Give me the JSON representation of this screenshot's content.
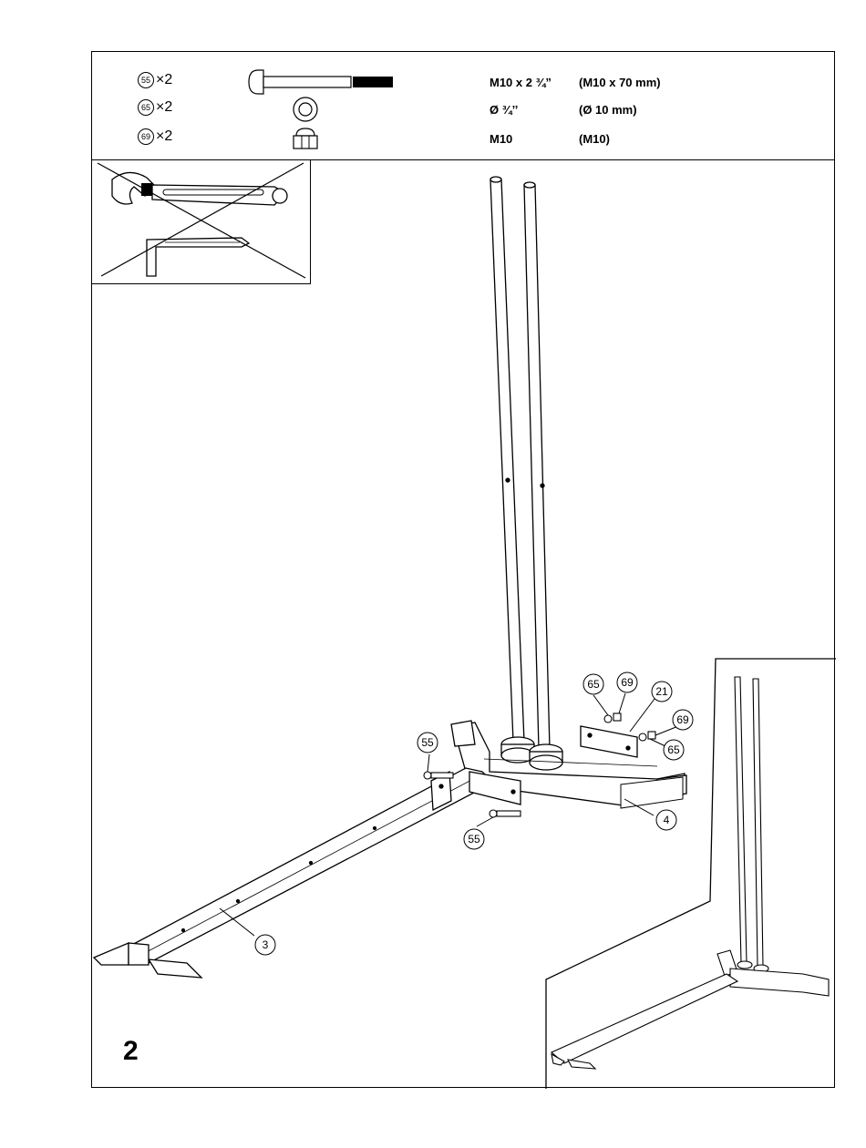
{
  "hardware": [
    {
      "id": "55",
      "qty": "×2",
      "icon": "carriage-bolt-icon",
      "size": "M10 x 2 ¾”",
      "metric": "(M10 x 70 mm)"
    },
    {
      "id": "65",
      "qty": "×2",
      "icon": "washer-icon",
      "size": "Ø ¾’’",
      "metric": "(Ø 10 mm)"
    },
    {
      "id": "69",
      "qty": "×2",
      "icon": "nut-icon",
      "size": "M10",
      "metric": "(M10)"
    }
  ],
  "tools": {
    "icons": [
      "wrench-icon",
      "hex-key-icon"
    ]
  },
  "callouts": {
    "c65a": "65",
    "c69a": "69",
    "c21": "21",
    "c69b": "69",
    "c65b": "65",
    "c55a": "55",
    "c55b": "55",
    "c4": "4",
    "c3": "3"
  },
  "step_number": "2"
}
